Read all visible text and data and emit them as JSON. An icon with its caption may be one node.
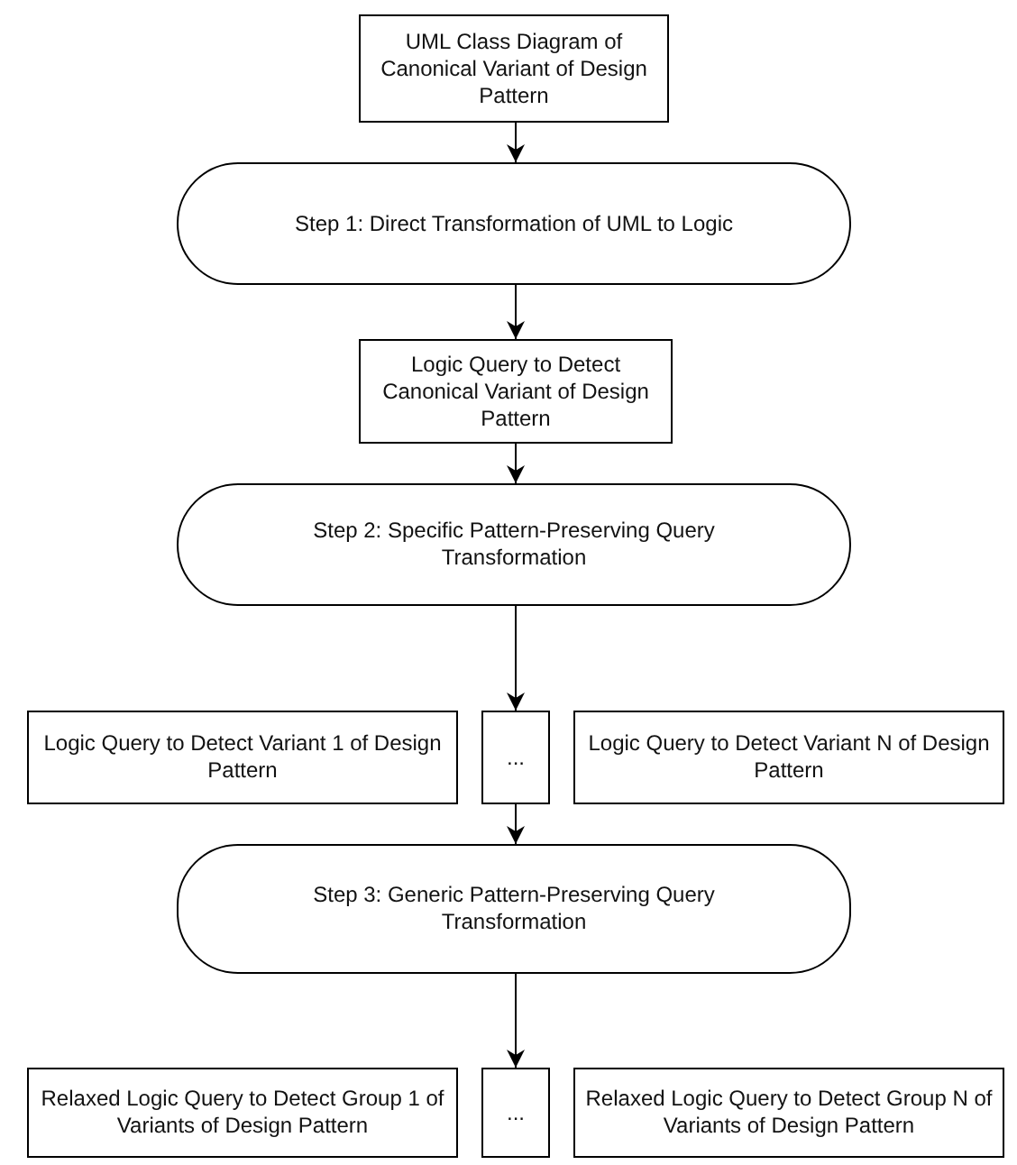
{
  "diagram": {
    "nodes": [
      {
        "text": [
          "UML Class Diagram of Canonical Variant of Design Pattern"
        ]
      },
      {
        "text": [
          "Step 1: Direct Transformation of UML to Logic"
        ]
      },
      {
        "text": [
          "Logic Query to Detect Canonical Variant of Design Pattern"
        ]
      },
      {
        "text": [
          "Step 2: Specific Pattern-Preserving Query Transformation"
        ]
      },
      {
        "text": [
          "Logic Query to Detect Variant 1 of Design Pattern"
        ]
      },
      {
        "text": [
          "..."
        ]
      },
      {
        "text": [
          "Logic Query to Detect Variant N of Design Pattern"
        ]
      },
      {
        "text": [
          "Step 3: Generic Pattern-Preserving Query Transformation"
        ]
      },
      {
        "text": [
          "Relaxed Logic Query to Detect Group 1 of Variants of Design Pattern"
        ]
      },
      {
        "text": [
          "..."
        ]
      },
      {
        "text": [
          "Relaxed Logic Query to Detect Group N of Variants of Design Pattern"
        ]
      }
    ],
    "edges": [
      {
        "from": 0,
        "to": 1,
        "arrow": "to"
      },
      {
        "from": 1,
        "to": 2,
        "arrow": "to"
      },
      {
        "from": 2,
        "to": 3,
        "arrow": "to"
      },
      {
        "from": 3,
        "to": 5,
        "arrow": "to"
      },
      {
        "from": 5,
        "to": 7,
        "arrow": "to"
      },
      {
        "from": 7,
        "to": 9,
        "arrow": "to"
      }
    ]
  }
}
